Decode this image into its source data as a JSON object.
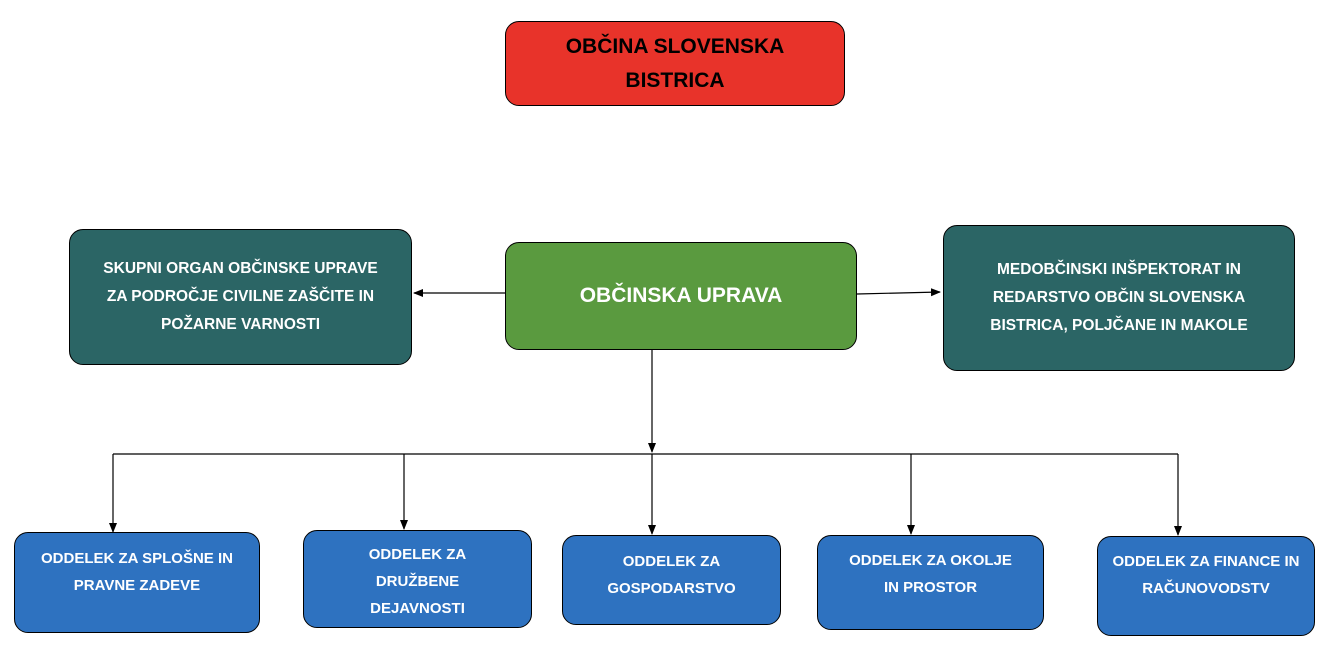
{
  "top": {
    "title": "OBČINA SLOVENSKA BISTRICA"
  },
  "center": {
    "title": "OBČINSKA UPRAVA"
  },
  "left": {
    "title": "SKUPNI ORGAN OBČINSKE UPRAVE ZA PODROČJE CIVILNE ZAŠČITE IN POŽARNE VARNOSTI"
  },
  "right": {
    "title": "MEDOBČINSKI INŠPEKTORAT IN REDARSTVO OBČIN SLOVENSKA BISTRICA, POLJČANE IN MAKOLE"
  },
  "departments": [
    {
      "title": "ODDELEK ZA SPLOŠNE IN PRAVNE ZADEVE"
    },
    {
      "title": "ODDELEK ZA DRUŽBENE DEJAVNOSTI"
    },
    {
      "title": "ODDELEK ZA GOSPODARSTVO"
    },
    {
      "title": "ODDELEK ZA OKOLJE IN PROSTOR"
    },
    {
      "title": "ODDELEK ZA FINANCE IN RAČUNOVODSTV"
    }
  ],
  "colors": {
    "top": "#e8332a",
    "center": "#5a9a3f",
    "side": "#2b6565",
    "department": "#2e72c0"
  }
}
